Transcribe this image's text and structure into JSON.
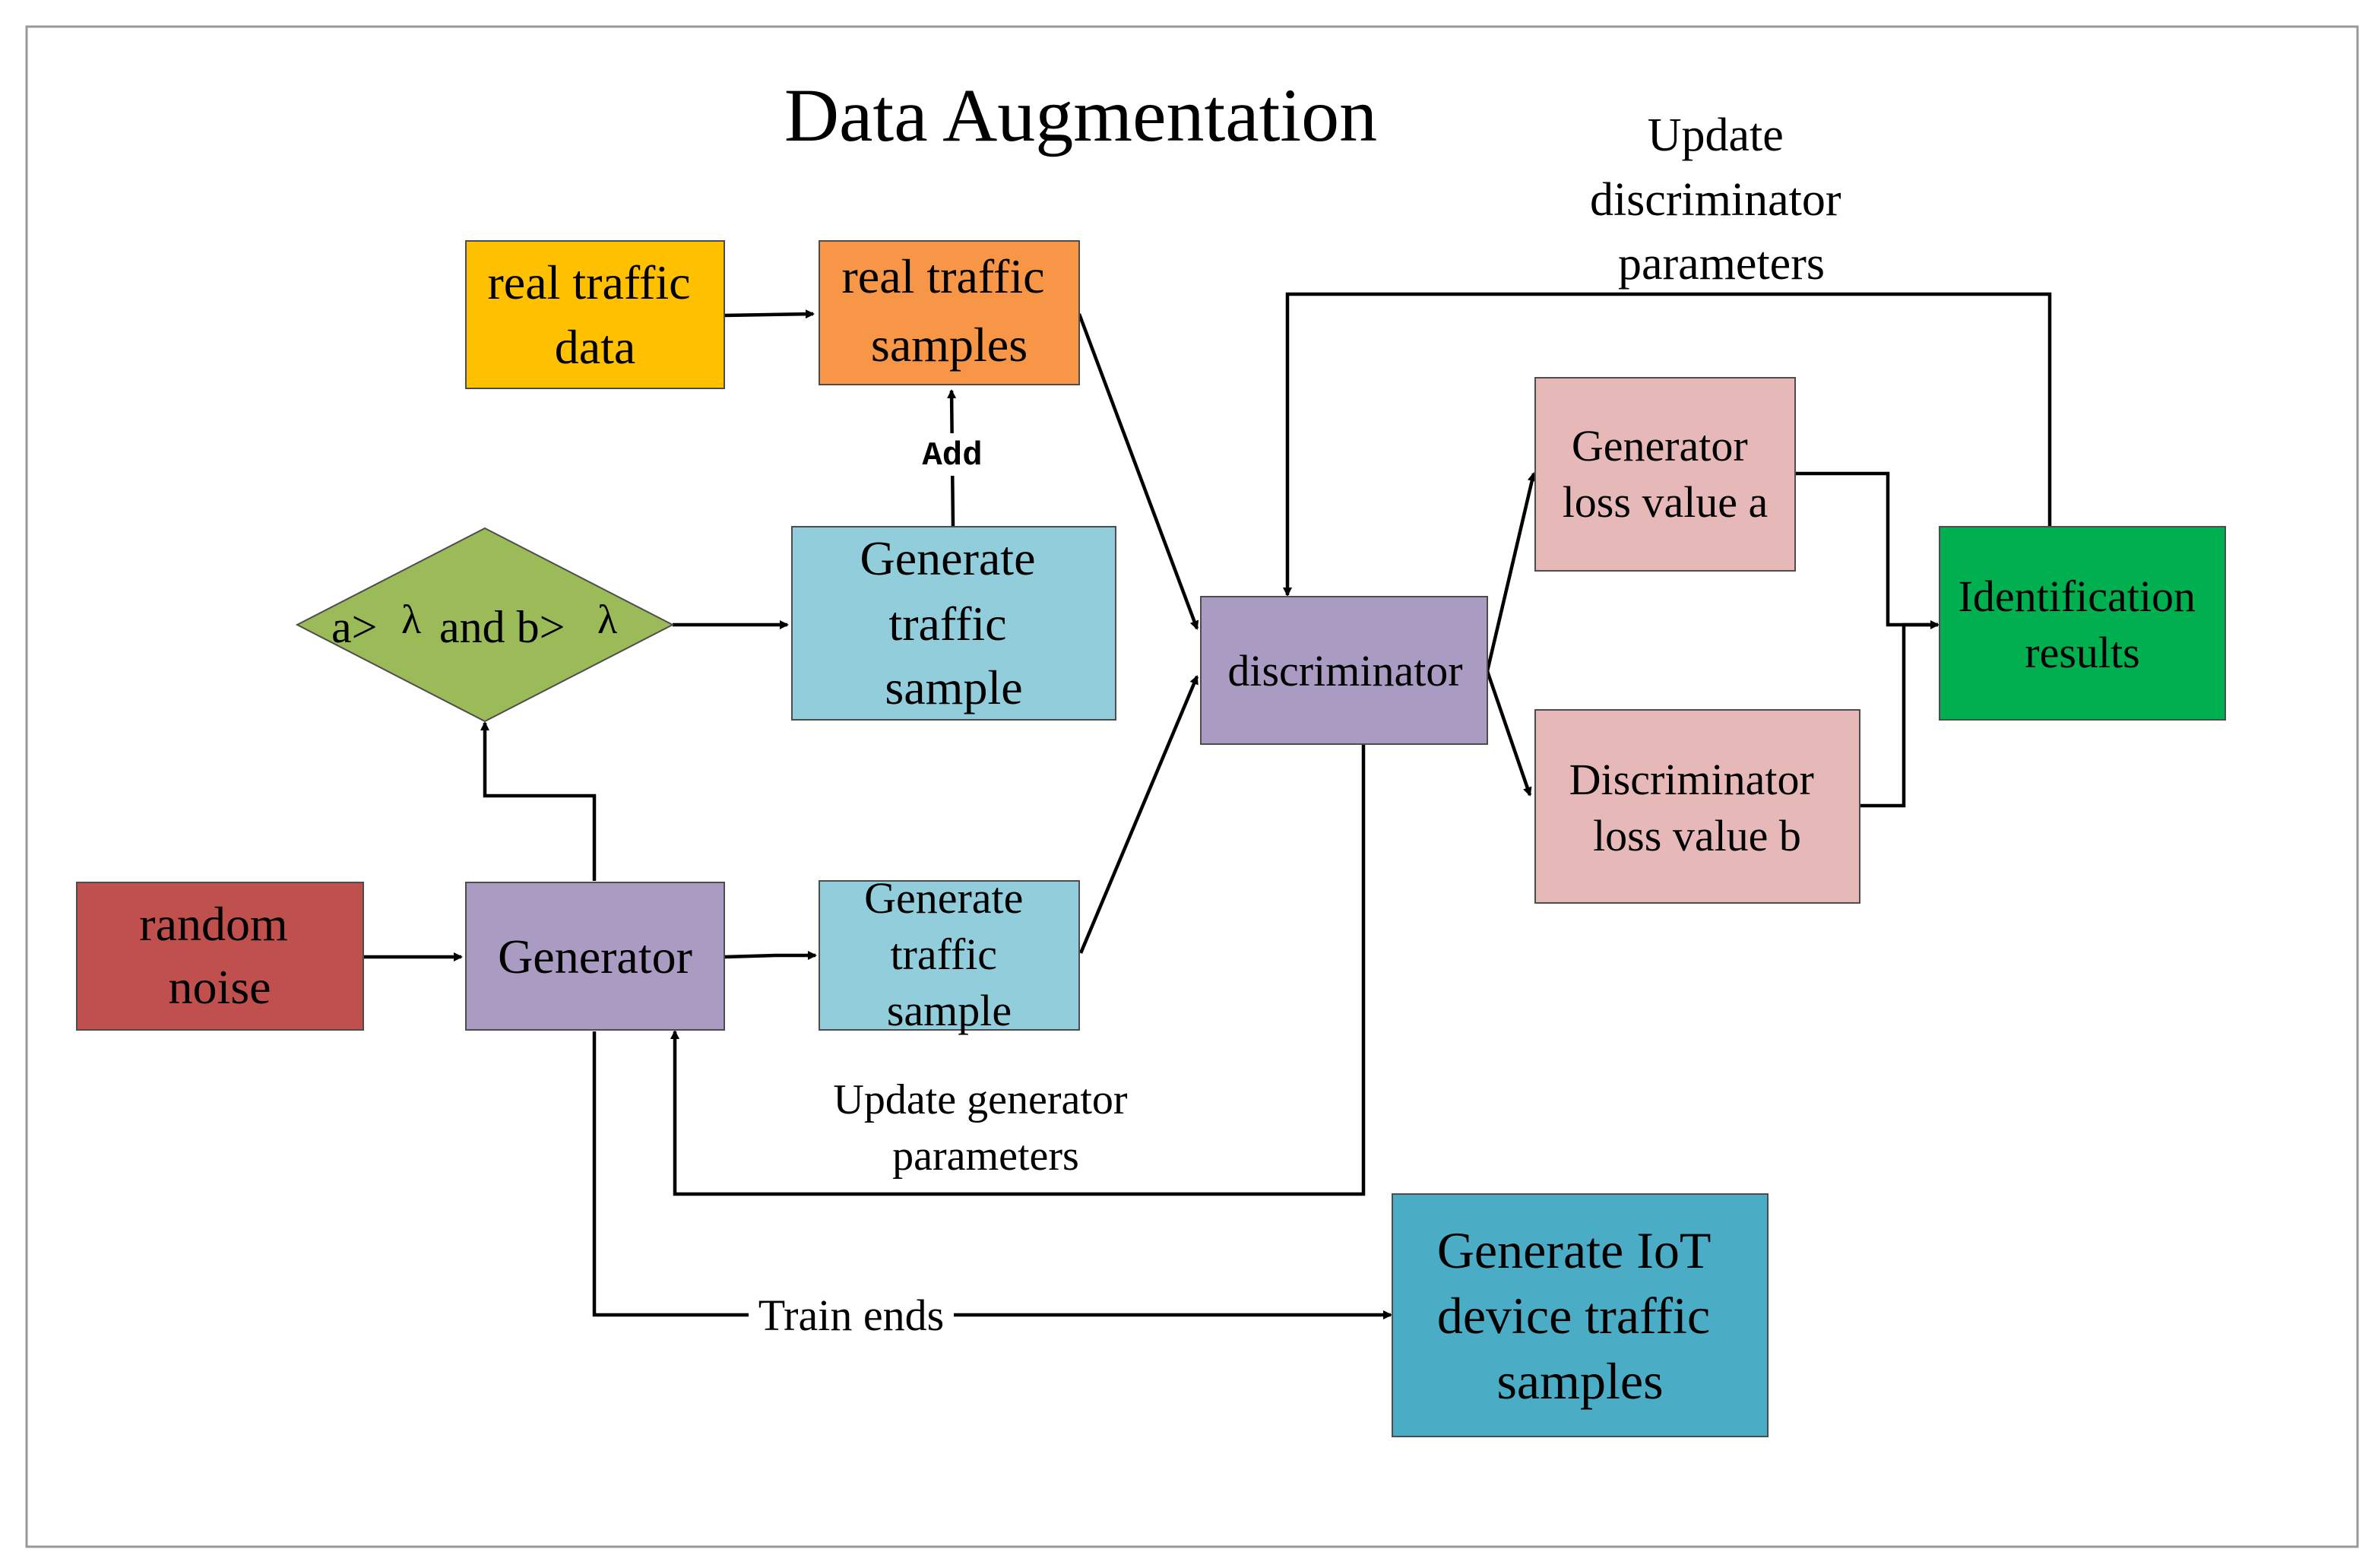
{
  "title": "Data Augmentation",
  "colors": {
    "real_traffic_data": "#FFC000",
    "real_traffic_samples": "#F79646",
    "generate_traffic_sample_top": "#92CDDC",
    "condition_diamond": "#9BBB59",
    "random_noise": "#C0504D",
    "generator": "#A99BC1",
    "generate_traffic_sample_bottom": "#92CDDC",
    "discriminator": "#A99BC1",
    "generator_loss": "#E6B9B8",
    "discriminator_loss": "#E6B9B8",
    "identification_results": "#00B050",
    "generate_iot_samples": "#4BACC6",
    "border": "#999999"
  },
  "nodes": {
    "real_traffic_data": [
      "real traffic",
      "data"
    ],
    "real_traffic_samples": [
      "real traffic",
      "samples"
    ],
    "generate_traffic_sample_top": [
      "Generate",
      "traffic",
      "sample"
    ],
    "condition": {
      "a": "a>",
      "lambda1": "λ",
      "and_b": "and b>",
      "lambda2": "λ"
    },
    "random_noise": [
      "random",
      "noise"
    ],
    "generator": [
      "Generator"
    ],
    "generate_traffic_sample_bottom": [
      "Generate",
      "traffic",
      "sample"
    ],
    "discriminator": [
      "discriminator"
    ],
    "generator_loss": [
      "Generator",
      "loss value a"
    ],
    "discriminator_loss": [
      "Discriminator",
      "loss value b"
    ],
    "identification_results": [
      "Identification",
      "results"
    ],
    "generate_iot_samples": [
      "Generate IoT",
      "device traffic",
      "samples"
    ]
  },
  "labels": {
    "add": "Add",
    "update_discriminator": [
      "Update",
      "discriminator",
      "parameters"
    ],
    "update_generator": [
      "Update generator",
      "parameters"
    ],
    "train_ends": "Train ends"
  }
}
